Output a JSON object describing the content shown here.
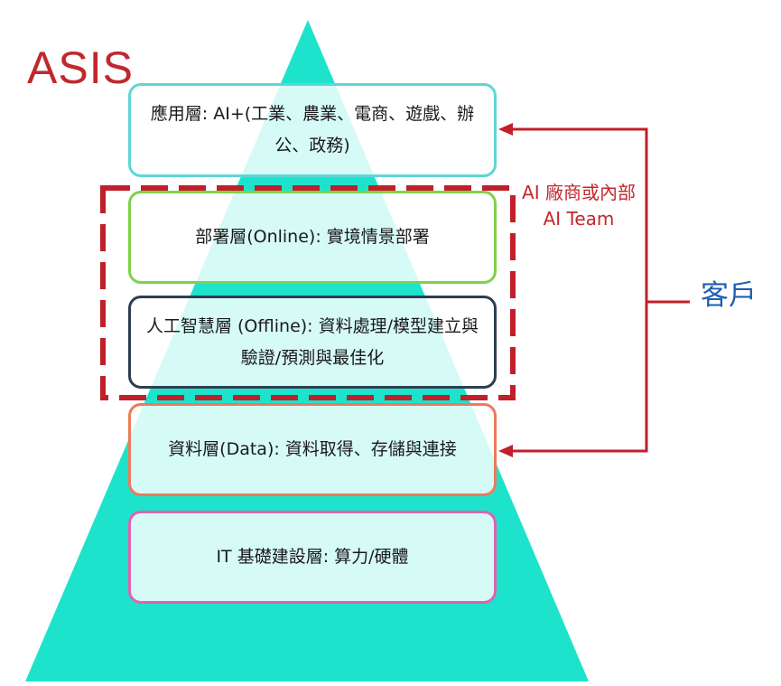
{
  "title": "ASIS",
  "layers": [
    {
      "id": "application",
      "label": "應用層: AI+(工業、農業、電商、遊戲、辦公、政務)",
      "border_color": "#5ed6d6"
    },
    {
      "id": "deployment",
      "label": "部署層(Online): 實境情景部署",
      "border_color": "#7fd14a"
    },
    {
      "id": "ai",
      "label": "人工智慧層 (Offline): 資料處理/模型建立與驗證/預測與最佳化",
      "border_color": "#2d3e50"
    },
    {
      "id": "data",
      "label": "資料層(Data): 資料取得、存儲與連接",
      "border_color": "#ee7a5a"
    },
    {
      "id": "it",
      "label": "IT 基礎建設層: 算力/硬體",
      "border_color": "#e063b0"
    }
  ],
  "vendor_label": "AI 廠商或內部 AI Team",
  "customer_label": "客戶",
  "colors": {
    "pyramid": "#1ee3cc",
    "title_red": "#c0282d",
    "dashed_box": "#c0202a",
    "customer_blue": "#1f5fb3"
  }
}
